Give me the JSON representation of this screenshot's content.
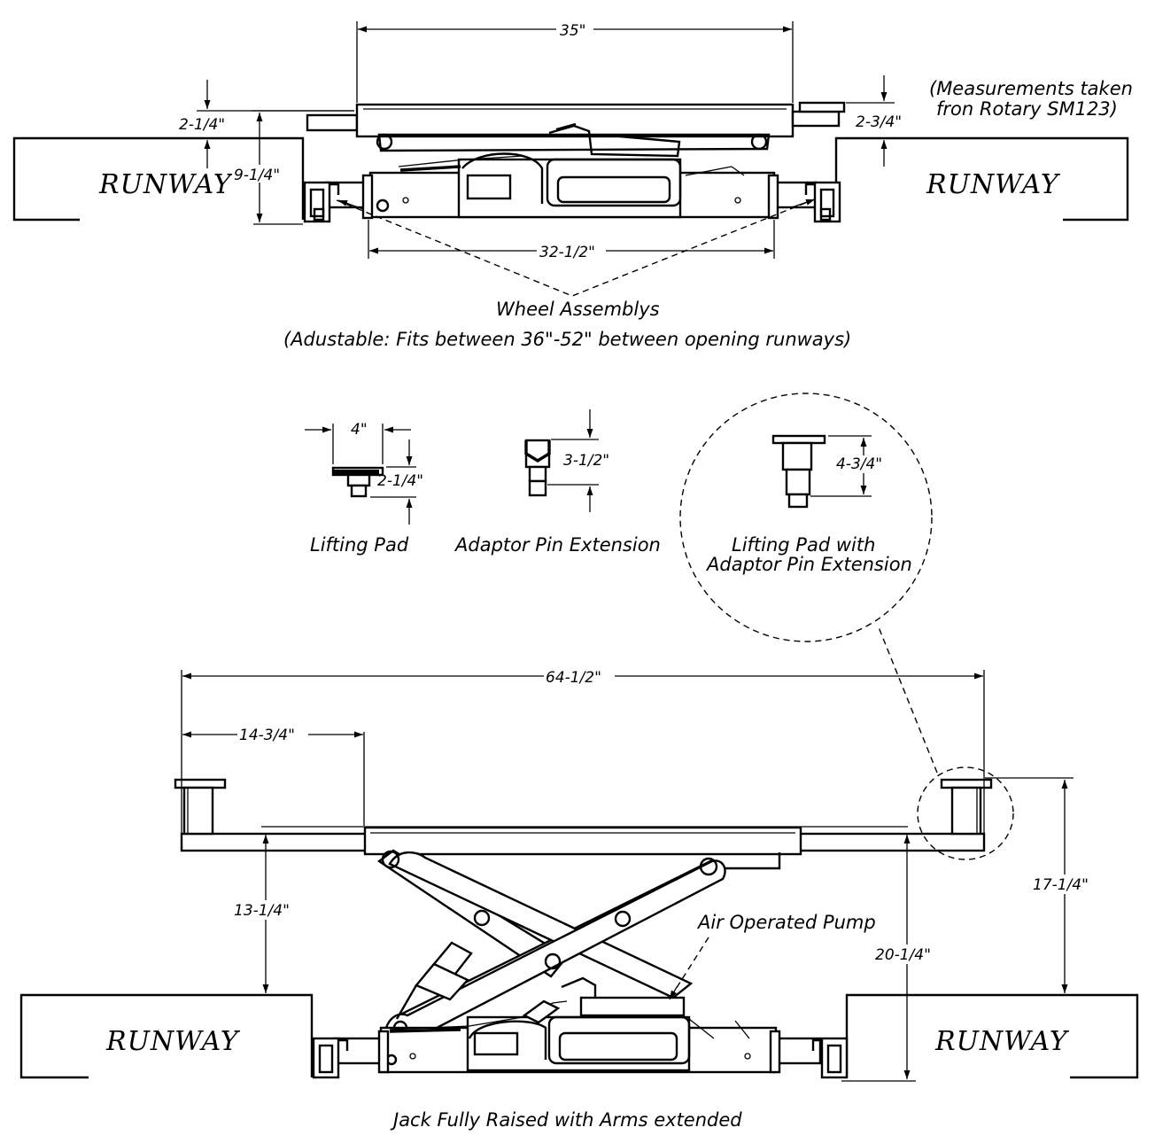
{
  "measurement_note": [
    "(Measurements taken",
    "fron Rotary SM123)"
  ],
  "runway_label": "RUNWAY",
  "top_view": {
    "dims": {
      "width_top": "35\"",
      "pad_height_left": "2-1/4\"",
      "pad_height_right": "2-3/4\"",
      "overall_height": "9-1/4\"",
      "wheel_span": "32-1/2\""
    },
    "wheel_note": [
      "Wheel Assemblys",
      "(Adustable: Fits between 36\"-52\" between opening runways)"
    ]
  },
  "accessories": {
    "lifting_pad": {
      "label": "Lifting Pad",
      "width": "4\"",
      "height": "2-1/4\""
    },
    "adaptor_pin": {
      "label": "Adaptor Pin Extension",
      "height": "3-1/2\""
    },
    "pad_with_pin": {
      "label": [
        "Lifting Pad with",
        "Adaptor Pin Extension"
      ],
      "height": "4-3/4\""
    }
  },
  "raised_view": {
    "dims": {
      "overall_width": "64-1/2\"",
      "arm_extension": "14-3/4\"",
      "runway_to_arm": "13-1/4\"",
      "floor_to_arm": "20-1/4\"",
      "runway_to_pad": "17-1/4\""
    },
    "pump_label": "Air Operated Pump",
    "caption": "Jack Fully Raised with Arms extended"
  }
}
